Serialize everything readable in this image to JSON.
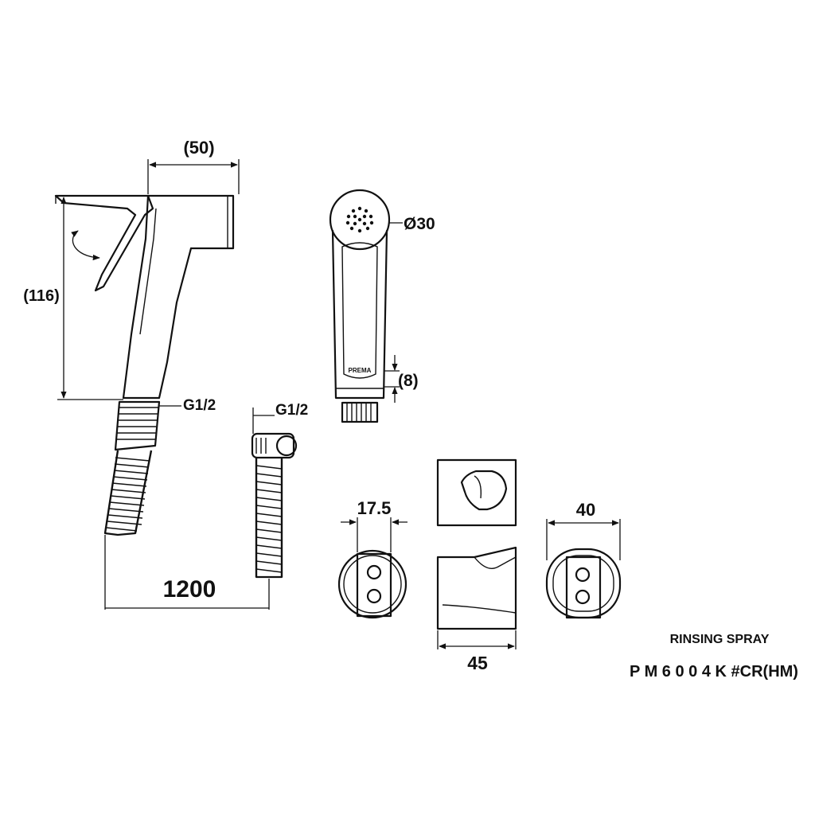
{
  "dimensions": {
    "width": "(50)",
    "height": "(116)",
    "head_diameter": "Ø30",
    "nozzle_gap": "(8)",
    "thread_left": "G1/2",
    "thread_right": "G1/2",
    "hose_length": "1200",
    "holder_front": "17.5",
    "holder_back": "40",
    "holder_side": "45"
  },
  "spray_head_mark": "PREMA",
  "title": {
    "product": "RINSING SPRAY",
    "model": "P M 6 0 0 4 K #CR(HM)"
  }
}
